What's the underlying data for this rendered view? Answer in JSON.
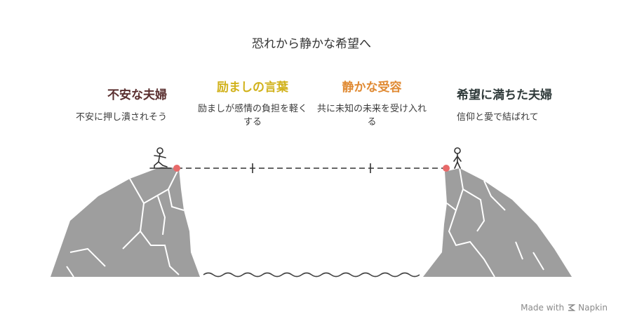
{
  "title": "恐れから静かな希望へ",
  "stages": [
    {
      "title": "不安な夫婦",
      "desc": "不安に押し潰されそう",
      "color": "#5a2f2f"
    },
    {
      "title": "励ましの言葉",
      "desc": "励ましが感情の負担を軽くする",
      "color": "#d1b21c"
    },
    {
      "title": "静かな受容",
      "desc": "共に未知の未来を受け入れる",
      "color": "#e08a33"
    },
    {
      "title": "希望に満ちた夫婦",
      "desc": "信仰と愛で結ばれて",
      "color": "#2f3a3a"
    }
  ],
  "footer": {
    "label": "Made with",
    "brand": "Napkin"
  },
  "colors": {
    "cliff": "#9e9e9e",
    "endpoint": "#e86a6a",
    "line": "#333333"
  }
}
